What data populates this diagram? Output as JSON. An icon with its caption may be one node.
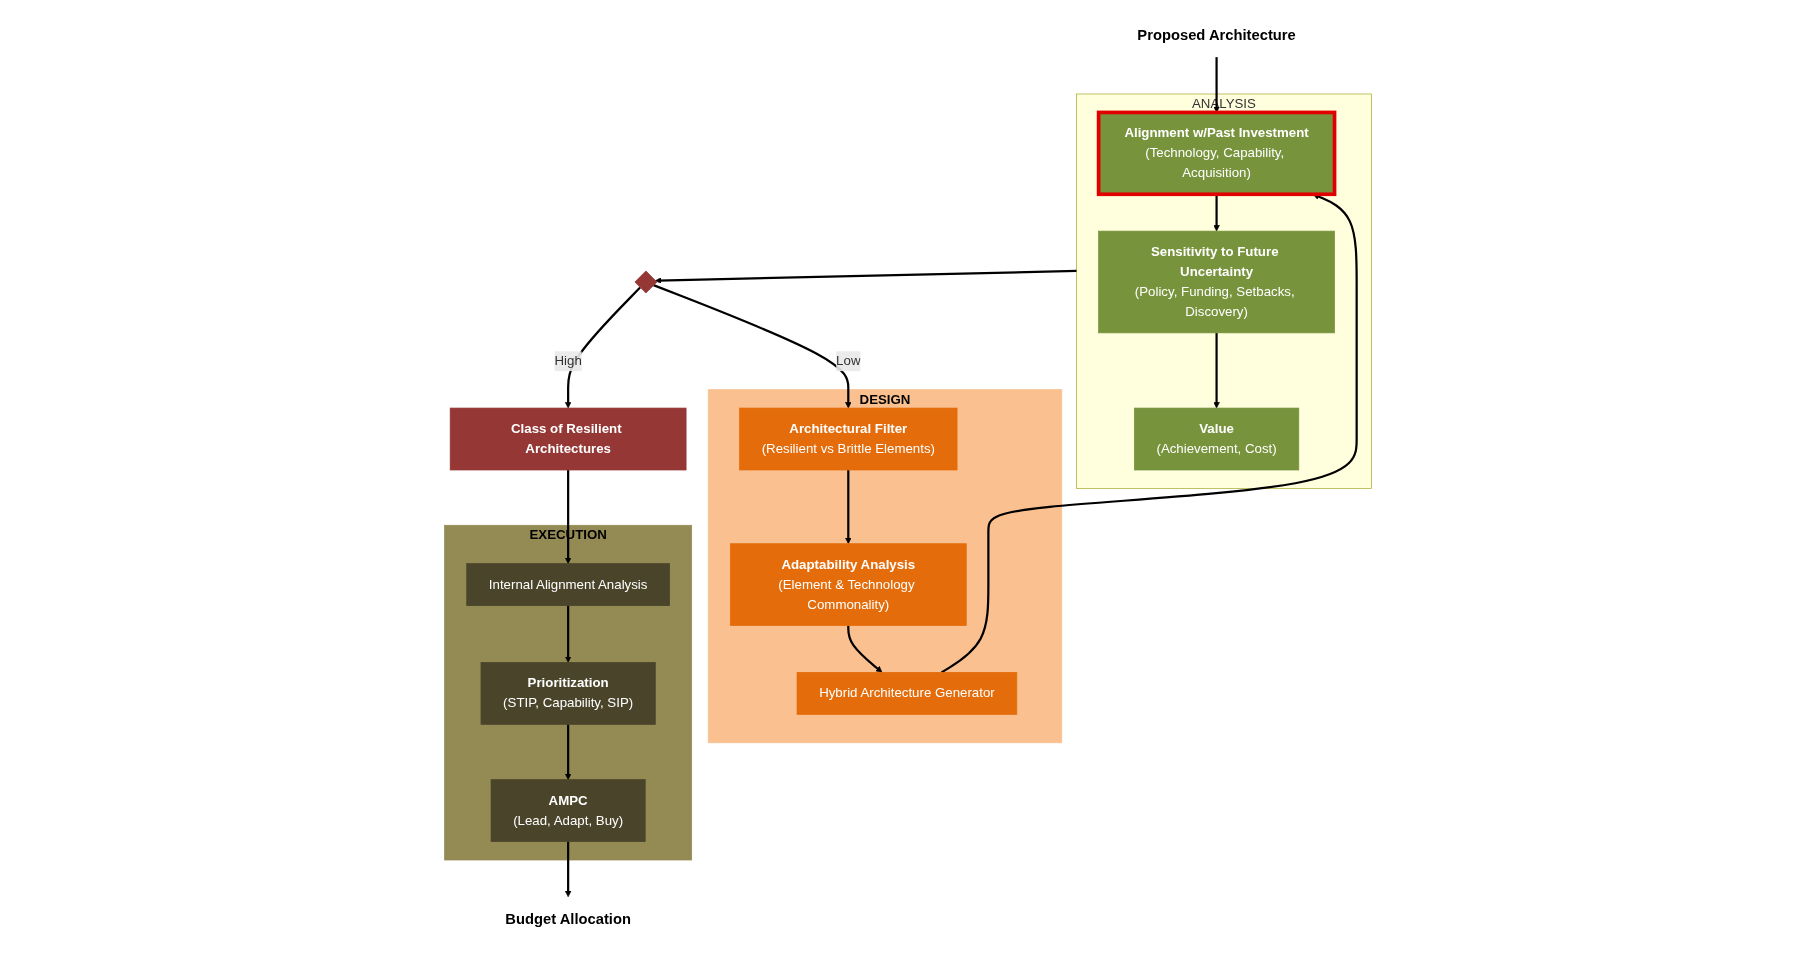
{
  "diagram": {
    "nodes": [
      {
        "text": [
          "ANALYSIS"
        ]
      },
      {
        "text": [
          "Alignment w/Past Investment",
          "(Technology, Capability, Acquisition)"
        ],
        "in": 0
      },
      {
        "text": [
          "Sensitivity to Future Uncertainty",
          "(Policy, Funding, Setbacks, Discovery)"
        ],
        "in": 0
      },
      {
        "text": [
          "Value",
          "(Achievement, Cost)"
        ],
        "in": 0
      },
      {
        "text": [
          "DESIGN"
        ]
      },
      {
        "text": [
          "Architectural Filter",
          "(Resilient vs Brittle Elements)"
        ],
        "in": 4
      },
      {
        "text": [
          "Adaptability Analysis",
          "(Element & Technology Commonality)"
        ],
        "in": 4
      },
      {
        "text": [
          "Hybrid Architecture Generator"
        ],
        "in": 4
      },
      {
        "text": [
          "EXECUTION"
        ]
      },
      {
        "text": [
          "Internal Alignment Analysis"
        ],
        "in": 8
      },
      {
        "text": [
          "Prioritization",
          "(STIP, Capability, SIP)"
        ],
        "in": 8
      },
      {
        "text": [
          "AMPC",
          "(Lead, Adapt, Buy)"
        ],
        "in": 8
      },
      {
        "text": [],
        "shape": "diamond"
      },
      {
        "text": [
          "Class of Resilient Architectures"
        ]
      },
      {
        "text": [
          "Proposed Architecture"
        ]
      },
      {
        "text": [
          "Budget Allocation"
        ]
      }
    ],
    "edges": [
      {
        "from": 14,
        "to": 1,
        "arrow": "to"
      },
      {
        "from": 1,
        "to": 2,
        "arrow": "to"
      },
      {
        "from": 2,
        "to": 3,
        "arrow": "to"
      },
      {
        "from": 0,
        "to": 12,
        "arrow": "to"
      },
      {
        "from": 12,
        "to": 5,
        "label": "Low",
        "arrow": "to"
      },
      {
        "from": 5,
        "to": 6,
        "arrow": "to"
      },
      {
        "from": 6,
        "to": 7,
        "arrow": "to"
      },
      {
        "from": 7,
        "to": 1,
        "arrow": "to"
      },
      {
        "from": 12,
        "to": 13,
        "label": "High",
        "arrow": "to"
      },
      {
        "from": 13,
        "to": 9,
        "arrow": "to"
      },
      {
        "from": 9,
        "to": 10,
        "arrow": "to"
      },
      {
        "from": 10,
        "to": 11,
        "arrow": "to"
      },
      {
        "from": 11,
        "to": 15,
        "arrow": "to"
      }
    ]
  }
}
